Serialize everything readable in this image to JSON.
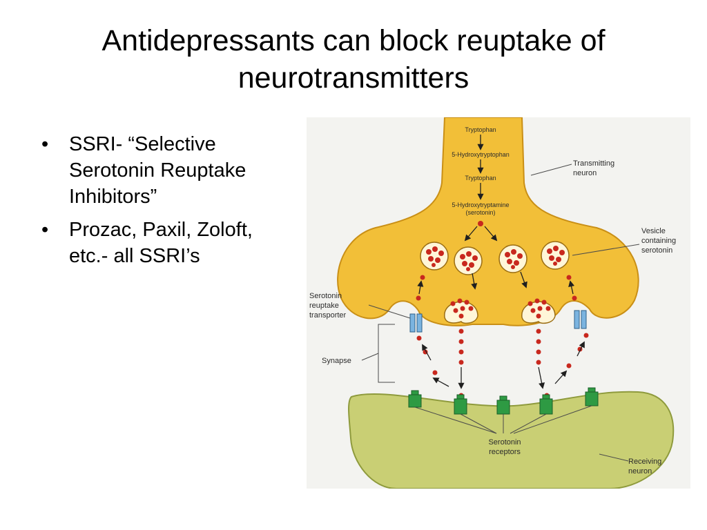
{
  "slide": {
    "title": "Antidepressants can block reuptake of neurotransmitters",
    "bullets": [
      "SSRI- “Selective Serotonin Reuptake Inhibitors”",
      "Prozac, Paxil, Zoloft, etc.- all SSRI’s"
    ],
    "bullet_glyph": "•"
  },
  "diagram": {
    "pathway": {
      "step1": "Tryptophan",
      "step2": "5-Hydroxytryptophan",
      "step3": "Tryptophan",
      "step4_line1": "5-Hydroxytryptamine",
      "step4_line2": "(serotonin)"
    },
    "labels": {
      "transmitting_line1": "Transmitting",
      "transmitting_line2": "neuron",
      "vesicle_line1": "Vesicle",
      "vesicle_line2": "containing",
      "vesicle_line3": "serotonin",
      "transporter_line1": "Serotonin",
      "transporter_line2": "reuptake",
      "transporter_line3": "transporter",
      "synapse": "Synapse",
      "receptors_line1": "Serotonin",
      "receptors_line2": "receptors",
      "receiving_line1": "Receiving",
      "receiving_line2": "neuron"
    },
    "colors": {
      "transmitting_neuron": "#f2bf38",
      "transmitting_edge": "#c98f16",
      "receiving_neuron": "#c9cf74",
      "receiving_edge": "#8e9a3c",
      "serotonin": "#c8281e",
      "receptor": "#2e9a43",
      "transporter": "#7bb4e0",
      "background": "#f3f3f0"
    }
  }
}
